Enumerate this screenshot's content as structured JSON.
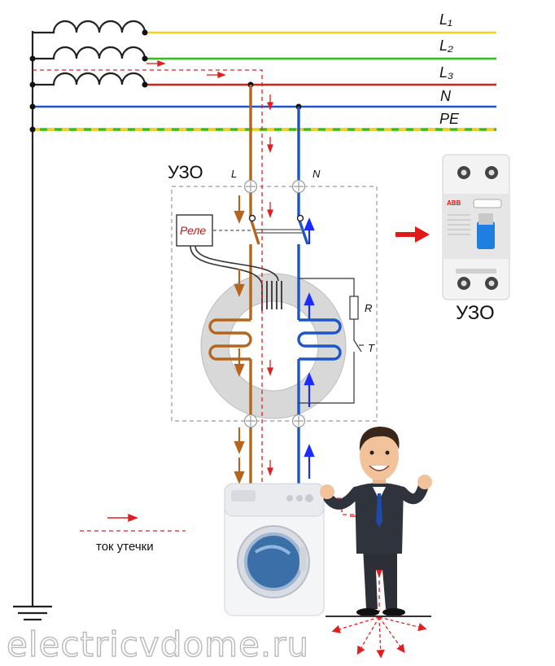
{
  "lines": {
    "l1": "L₁",
    "l2": "L₂",
    "l3": "L₃",
    "n": "N",
    "pe": "PE"
  },
  "rcd_box": {
    "title": "УЗО",
    "terminal_l": "L",
    "terminal_n": "N",
    "relay": "Реле",
    "resistor": "R",
    "test_button": "T"
  },
  "device": {
    "caption": "УЗО",
    "brand": "ABB"
  },
  "legend": {
    "text": "ток утечки"
  },
  "watermark": "electricvdome.ru",
  "colors": {
    "l1": "#f2d21b",
    "l2": "#2cc21c",
    "l3": "#d4221a",
    "n": "#1e55c8",
    "pe_yellow": "#f2d21b",
    "pe_green": "#2cc21c",
    "phase_wire": "#b5651d",
    "leak": "#e02020",
    "arrow_blue": "#1a2cff",
    "ground": "#222222"
  }
}
